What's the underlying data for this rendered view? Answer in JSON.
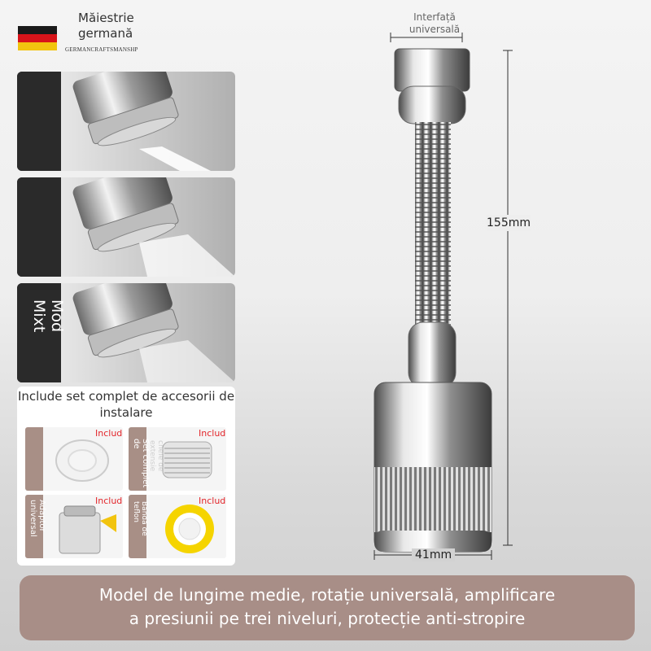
{
  "header": {
    "flag_colors": [
      "#1a1a1a",
      "#d8141a",
      "#f2c40f"
    ],
    "brand_title": "Măiestrie germană",
    "brand_subtitle": "GERMANCRAFTSMANSHP"
  },
  "modes": [
    {
      "label": ""
    },
    {
      "label": ""
    },
    {
      "label": "Mod Mixt"
    }
  ],
  "accessories": {
    "title": "Include set complet de accesorii de instalare",
    "items": [
      {
        "badge": "Include",
        "label": "",
        "label2": ""
      },
      {
        "badge": "Include",
        "label": "Set complet de",
        "label2": "cheie de extensie"
      },
      {
        "badge": "Include",
        "label": "Adaptor universal",
        "label2": ""
      },
      {
        "badge": "Include",
        "label": "Bandă de teflon",
        "label2": ""
      }
    ]
  },
  "product": {
    "interface_label": "Interfață universală",
    "length_label": "155mm",
    "width_label": "41mm"
  },
  "banner": {
    "line1": "Model de lungime medie, rotație universală, amplificare",
    "line2": "a presiunii pe trei niveluri, protecție anti-stropire"
  },
  "colors": {
    "accent": "#a88e87",
    "badge_red": "#e3262b"
  }
}
